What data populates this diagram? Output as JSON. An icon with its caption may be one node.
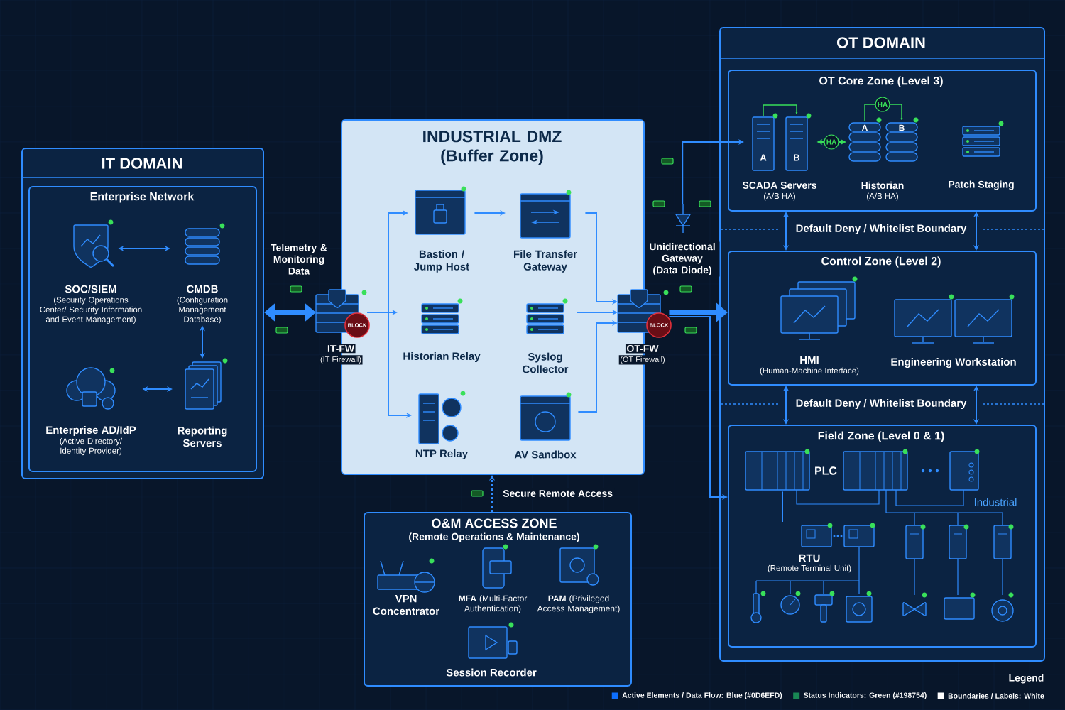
{
  "diagram": {
    "nodes": [
      {
        "text": [
          "IT DOMAIN"
        ]
      },
      {
        "text": [
          "Enterprise Network"
        ],
        "in": 0
      },
      {
        "text": [
          "SOC/SIEM",
          "(Security Operations Center/ Security Information and Event Management)"
        ],
        "in": 1
      },
      {
        "text": [
          "CMDB",
          "(Configuration Management Database)"
        ],
        "in": 1
      },
      {
        "text": [
          "Enterprise AD/IdP",
          "(Active Directory/ Identity Provider)"
        ],
        "in": 1
      },
      {
        "text": [
          "Reporting Servers"
        ],
        "in": 1
      },
      {
        "text": [
          "IT-FW",
          "(IT Firewall)"
        ]
      },
      {
        "text": [
          "INDUSTRIAL DMZ (Buffer Zone)"
        ]
      },
      {
        "text": [
          "Bastion / Jump Host"
        ],
        "in": 7
      },
      {
        "text": [
          "File Transfer Gateway"
        ],
        "in": 7
      },
      {
        "text": [
          "Historian Relay"
        ],
        "in": 7
      },
      {
        "text": [
          "Syslog Collector"
        ],
        "in": 7
      },
      {
        "text": [
          "NTP Relay"
        ],
        "in": 7
      },
      {
        "text": [
          "AV Sandbox"
        ],
        "in": 7
      },
      {
        "text": [
          "OT-FW",
          "(OT Firewall)"
        ]
      },
      {
        "text": [
          "Unidirectional Gateway (Data Diode)"
        ]
      },
      {
        "text": [
          "OT DOMAIN"
        ]
      },
      {
        "text": [
          "OT Core Zone (Level 3)"
        ],
        "in": 16
      },
      {
        "text": [
          "SCADA Servers",
          "(A/B HA)"
        ],
        "in": 17
      },
      {
        "text": [
          "Historian",
          "(A/B HA)"
        ],
        "in": 17
      },
      {
        "text": [
          "Patch Staging"
        ],
        "in": 17
      },
      {
        "text": [
          "Control Zone (Level 2)"
        ],
        "in": 16
      },
      {
        "text": [
          "HMI",
          "(Human-Machine Interface)"
        ],
        "in": 21
      },
      {
        "text": [
          "Engineering Workstation"
        ],
        "in": 21
      },
      {
        "text": [
          "Field Zone (Level 0 & 1)"
        ],
        "in": 16
      },
      {
        "text": [
          "PLC"
        ],
        "in": 24
      },
      {
        "text": [
          "RTU",
          "(Remote Terminal Unit)"
        ],
        "in": 24
      },
      {
        "text": [
          "O&M ACCESS ZONE",
          "(Remote Operations & Maintenance)"
        ]
      },
      {
        "text": [
          "VPN Concentrator"
        ],
        "in": 27
      },
      {
        "text": [
          "**MFA** (Multi-Factor Authentication)"
        ],
        "in": 27
      },
      {
        "text": [
          "**PAM** (Privileged Access Management)"
        ],
        "in": 27
      },
      {
        "text": [
          "Session Recorder"
        ],
        "in": 27
      }
    ],
    "edges": [
      {
        "from": 0,
        "to": 6,
        "arrow": "both",
        "style": "thick"
      },
      {
        "from": 6,
        "to": 8,
        "arrow": "to"
      },
      {
        "from": 6,
        "to": 10,
        "arrow": "to"
      },
      {
        "from": 6,
        "to": 12,
        "arrow": "to"
      },
      {
        "from": 8,
        "to": 9,
        "arrow": "to"
      },
      {
        "from": 9,
        "to": 14,
        "arrow": "to"
      },
      {
        "from": 11,
        "to": 14,
        "arrow": "to"
      },
      {
        "from": 13,
        "to": 14,
        "arrow": "to"
      },
      {
        "from": 14,
        "to": 21,
        "arrow": "to",
        "style": "thick"
      },
      {
        "from": 14,
        "to": 24,
        "arrow": "to"
      },
      {
        "from": 15,
        "to": 18,
        "arrow": "to"
      },
      {
        "from": 2,
        "to": 3,
        "arrow": "both"
      },
      {
        "from": 3,
        "to": 5,
        "arrow": "both"
      },
      {
        "from": 4,
        "to": 5,
        "arrow": "both"
      },
      {
        "from": 18,
        "to": 19,
        "arrow": "both",
        "label": "HA",
        "color": "#39e05a"
      },
      {
        "from": 17,
        "to": 21,
        "arrow": "both",
        "label": "Default Deny / Whitelist Boundary"
      },
      {
        "from": 17,
        "to": 21,
        "arrow": "both"
      },
      {
        "from": 21,
        "to": 24,
        "arrow": "both",
        "label": "Default Deny / Whitelist Boundary"
      },
      {
        "from": 21,
        "to": 24,
        "arrow": "both"
      },
      {
        "from": 27,
        "to": 7,
        "arrow": "to",
        "style": "dashed",
        "label": "Secure Remote Access"
      },
      {
        "from": 25,
        "to": 26,
        "arrow": "none"
      }
    ],
    "labels": [
      "Telemetry & Monitoring Data",
      "A",
      "B",
      "HA",
      "A",
      "B",
      "Industrial",
      "BLOCK",
      "BLOCK",
      "Legend"
    ],
    "legend": [
      {
        "text": "Active Elements / Data Flow: Blue (#0D6EFD)",
        "color": "#0d6efd"
      },
      {
        "text": "Status Indicators: Green (#198754)",
        "color": "#198754"
      },
      {
        "text": "Boundaries / Labels: White",
        "color": "#ffffff"
      }
    ]
  }
}
